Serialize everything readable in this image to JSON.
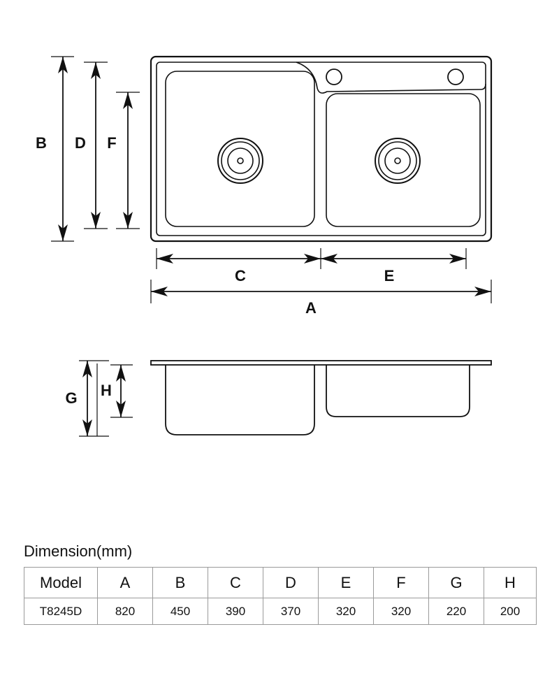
{
  "drawing": {
    "top_view_labels": {
      "A": "A",
      "B": "B",
      "C": "C",
      "D": "D",
      "E": "E",
      "F": "F"
    },
    "side_view_labels": {
      "G": "G",
      "H": "H"
    },
    "line_color": "#111111"
  },
  "spec": {
    "title": "Dimension(mm)",
    "columns": [
      "Model",
      "A",
      "B",
      "C",
      "D",
      "E",
      "F",
      "G",
      "H"
    ],
    "rows": [
      [
        "T8245D",
        "820",
        "450",
        "390",
        "370",
        "320",
        "320",
        "220",
        "200"
      ]
    ]
  }
}
